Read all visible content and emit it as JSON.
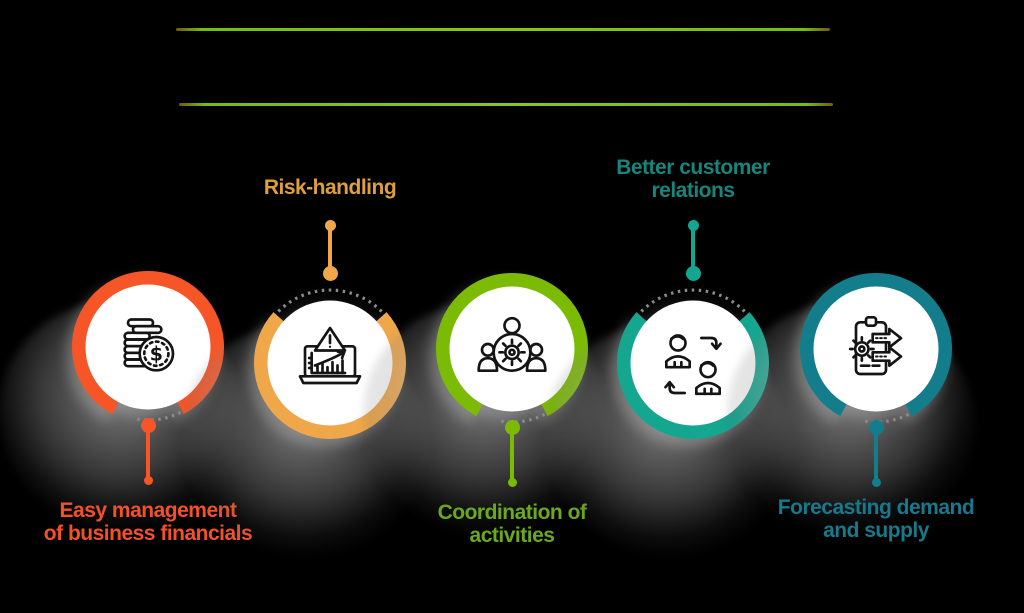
{
  "canvas": {
    "background": "#000000"
  },
  "header": {
    "divider_color": "#72be11",
    "divider_count": 2
  },
  "items": [
    {
      "name": "easy-management-financials",
      "label_line1": "Easy management",
      "label_line2": "of business financials",
      "label_position": "below",
      "ring_color": "#f65627",
      "label_color": "#f4512b",
      "icon": "coins-dollar-icon"
    },
    {
      "name": "risk-handling",
      "label_line1": "Risk-handling",
      "label_line2": "",
      "label_position": "above",
      "ring_color": "#f0a74a",
      "label_color": "#dfa03c",
      "icon": "laptop-warning-chart-icon"
    },
    {
      "name": "coordination-activities",
      "label_line1": "Coordination of",
      "label_line2": "activities",
      "label_position": "below",
      "ring_color": "#7cbb05",
      "label_color": "#6ca81f",
      "icon": "team-gear-icon"
    },
    {
      "name": "better-customer-relations",
      "label_line1": "Better customer",
      "label_line2": "relations",
      "label_position": "above",
      "ring_color": "#15a690",
      "label_color": "#17857b",
      "icon": "people-swap-icon"
    },
    {
      "name": "forecasting-demand-supply",
      "label_line1": "Forecasting demand",
      "label_line2": "and supply",
      "label_position": "below",
      "ring_color": "#137d8c",
      "label_color": "#16798c",
      "icon": "clipboard-gear-arrows-icon"
    }
  ]
}
